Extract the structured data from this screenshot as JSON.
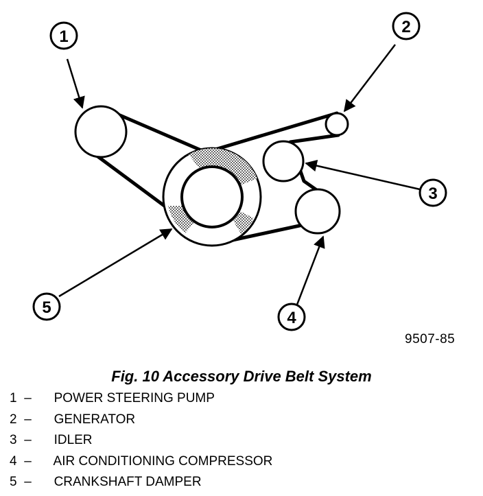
{
  "figure": {
    "id": "9507-85",
    "caption": "Fig. 10 Accessory Drive Belt System"
  },
  "callouts": [
    "1",
    "2",
    "3",
    "4",
    "5"
  ],
  "legend": [
    {
      "number": "1",
      "label": "POWER STEERING PUMP"
    },
    {
      "number": "2",
      "label": "GENERATOR"
    },
    {
      "number": "3",
      "label": "IDLER"
    },
    {
      "number": "4",
      "label": "AIR CONDITIONING COMPRESSOR"
    },
    {
      "number": "5",
      "label": "CRANKSHAFT DAMPER"
    }
  ],
  "separator": "–"
}
